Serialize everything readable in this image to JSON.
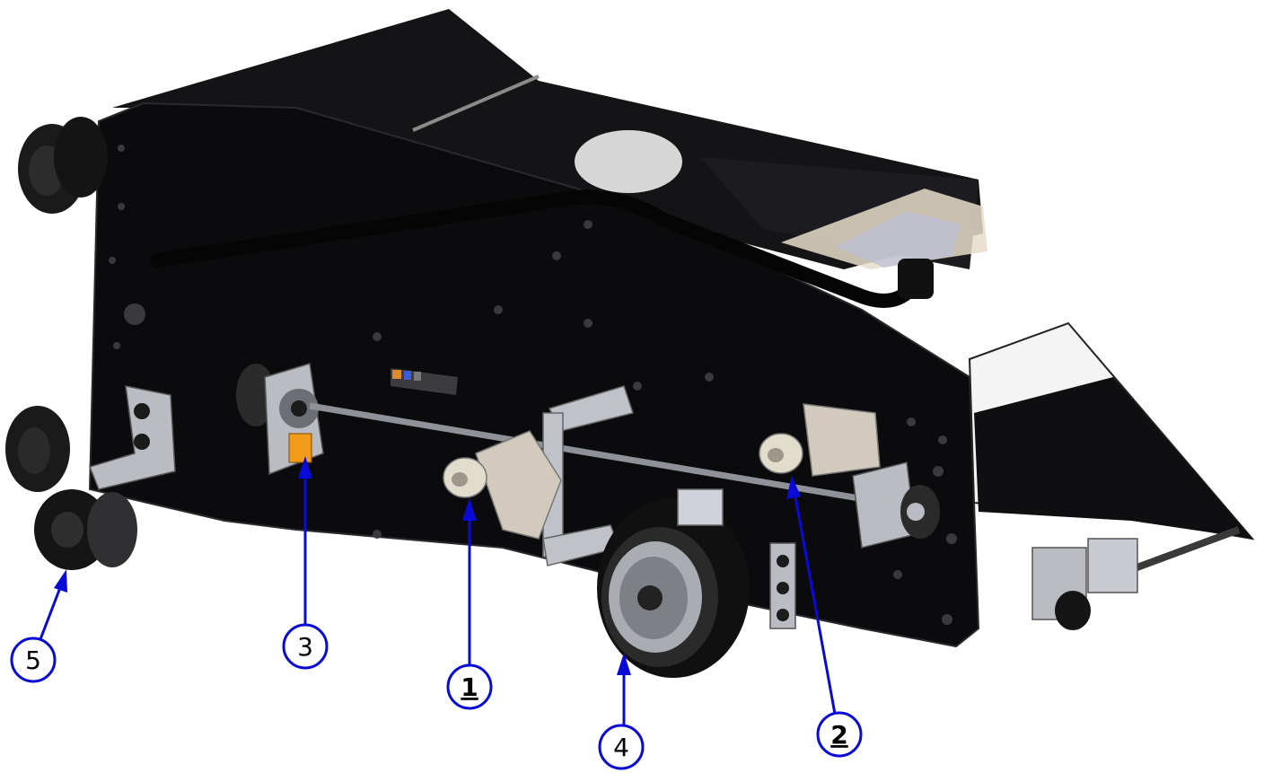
{
  "colors": {
    "background": "#ffffff",
    "chassis": "#0b0b0d",
    "chassis_edge": "#2a2a2e",
    "metal": "#b9bcc2",
    "roller": "#d8d2c4",
    "accent_orange": "#f39a1a",
    "callout_blue": "#0a0ad6",
    "callout_text": "#000000"
  },
  "callouts": [
    {
      "id": "c1",
      "label": "1",
      "emphasized": true
    },
    {
      "id": "c2",
      "label": "2",
      "emphasized": true
    },
    {
      "id": "c3",
      "label": "3",
      "emphasized": false
    },
    {
      "id": "c4",
      "label": "4",
      "emphasized": false
    },
    {
      "id": "c5",
      "label": "5",
      "emphasized": false
    }
  ]
}
